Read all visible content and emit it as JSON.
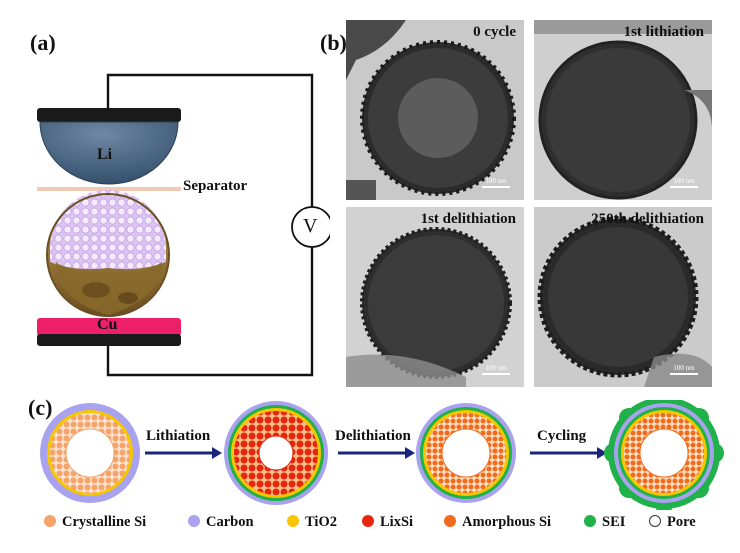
{
  "panel_a": {
    "label": "(a)",
    "li_label": "Li",
    "separator_label": "Separator",
    "cu_label": "Cu",
    "voltmeter_label": "V"
  },
  "panel_b": {
    "label": "(b)",
    "images": [
      {
        "caption": "0 cycle",
        "scale": "100 nm"
      },
      {
        "caption": "1st lithiation",
        "scale": "100 nm"
      },
      {
        "caption": "1st delithiation",
        "scale": "100 nm"
      },
      {
        "caption": "250th delithiation",
        "scale": "100 nm"
      }
    ]
  },
  "panel_c": {
    "label": "(c)",
    "steps": [
      "Lithiation",
      "Delithiation",
      "Cycling"
    ],
    "legend": [
      {
        "label": "Crystalline Si",
        "color": "#f4a46a"
      },
      {
        "label": "Carbon",
        "color": "#a9a2ee"
      },
      {
        "label": "TiO2",
        "color": "#f7c600"
      },
      {
        "label": "LixSi",
        "color": "#e8260e"
      },
      {
        "label": "Amorphous Si",
        "color": "#f26b1d"
      },
      {
        "label": "SEI",
        "color": "#20b14a"
      },
      {
        "label": "Pore",
        "color": "#ffffff"
      }
    ]
  }
}
